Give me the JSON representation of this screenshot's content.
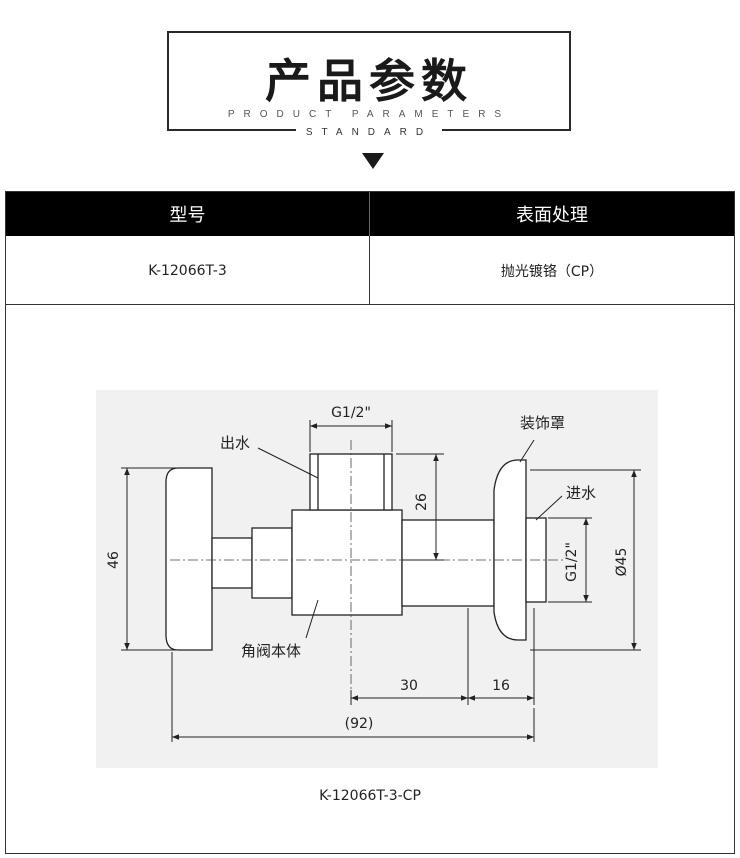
{
  "heading": {
    "title": "产品参数",
    "subtitle_en": "PRODUCT PARAMETERS",
    "subtitle_tag": "STANDARD"
  },
  "table": {
    "headers": [
      "型号",
      "表面处理"
    ],
    "row": [
      "K-12066T-3",
      "抛光镀铬（CP）"
    ]
  },
  "drawing": {
    "labels": {
      "outlet": "出水",
      "cover": "装饰罩",
      "inlet": "进水",
      "body": "角阀本体"
    },
    "dimensions": {
      "thread_top": "G1/2\"",
      "thread_side": "G1/2\"",
      "height_26": "26",
      "height_46": "46",
      "diameter_45": "Ø45",
      "len_30": "30",
      "len_16": "16",
      "total_92": "(92)"
    },
    "caption": "K-12066T-3-CP"
  }
}
